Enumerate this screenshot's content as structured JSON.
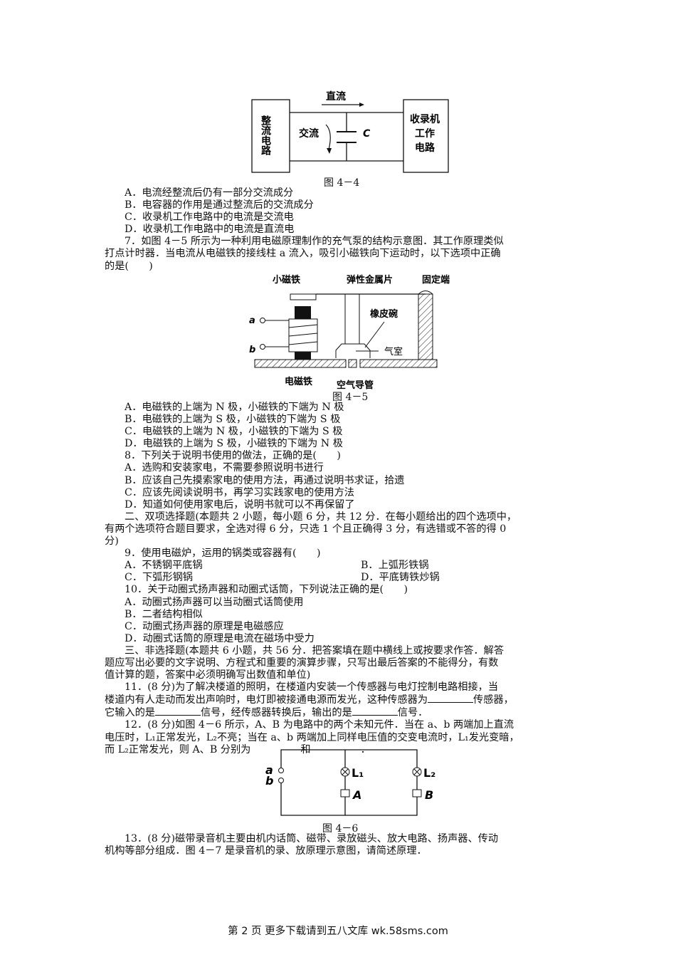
{
  "fig44": {
    "left": "整流电路",
    "dc": "直流",
    "ac": "交流",
    "cap": "C",
    "right_l1": "收录机",
    "right_l2": "工作",
    "right_l3": "电路",
    "caption": "图 4－4"
  },
  "q6": {
    "options": [
      "A．电流经整流后仍有一部分交流成分",
      "B．电容器的作用是通过整流后的交流成分",
      "C．收录机工作电路中的电流是交流电",
      "D．收录机工作电路中的电流是直流电"
    ]
  },
  "q7": {
    "line1": "7．如图 4－5 所示为一种利用电磁原理制作的充气泵的结构示意图．其工作原理类似",
    "line2": "打点计时器．当电流从电磁铁的接线柱 a 流入，吸引小磁铁向下运动时，以下选项中正确",
    "line3": "的是(　　)",
    "options": [
      "A．电磁铁的上端为 N 极，小磁铁的下端为 N 极",
      "B．电磁铁的上端为 S 极，小磁铁的下端为 S 极",
      "C．电磁铁的上端为 N 极，小磁铁的下端为 S 极",
      "D．电磁铁的上端为 S 极，小磁铁的下端为 N 极"
    ]
  },
  "fig45": {
    "small_magnet": "小磁铁",
    "spring": "弹性金属片",
    "fixed": "固定端",
    "cup": "橡皮碗",
    "chamber": "气室",
    "electromagnet": "电磁铁",
    "tube": "空气导管",
    "a": "a",
    "b": "b",
    "caption": "图 4－5"
  },
  "q8": {
    "stem": "8．下列关于说明书使用的做法，正确的是(　　)",
    "options": [
      "A．选购和安装家电，不需要参照说明书进行",
      "B．应该自己先摸索家电的使用方法，再通过说明书求证，拾遗",
      "C．应该先阅读说明书，再学习实践家电的使用方法",
      "D．知道如何使用家电后，说明书就可以不再保留了"
    ]
  },
  "sec2": {
    "line1": "二、双项选择题(本题共 2 小题，每小题 6 分，共 12 分．在每小题给出的四个选项中，",
    "line2": "有两个选项符合题目要求，全选对得 6 分，只选 1 个且正确得 3 分，有选错或不答的得 0",
    "line3": "分)"
  },
  "q9": {
    "stem": "9．使用电磁炉，运用的锅类或容器有(　　)",
    "options": [
      "A．不锈钢平底锅",
      "B．上弧形铁锅",
      "C．下弧形钢锅",
      "D．平底铸铁炒锅"
    ]
  },
  "q10": {
    "stem": "10．关于动圈式扬声器和动圈式话筒，下列说法正确的是(　　)",
    "options": [
      "A．动圈式扬声器可以当动圈式话筒使用",
      "B．二者结构相似",
      "C．动圈式扬声器的原理是电磁感应",
      "D．动圈式话筒的原理是电流在磁场中受力"
    ]
  },
  "sec3": {
    "line1": "三、非选择题(本题共 6 小题，共 56 分．把答案填在题中横线上或按要求作答．解答",
    "line2": "题应写出必要的文字说明、方程式和重要的演算步骤，只写出最后答案的不能得分，有数",
    "line3": "值计算的题，答案中必须明确写出数值和单位)"
  },
  "q11": {
    "line1": "11．(8 分)为了解决楼道的照明，在楼道内安装一个传感器与电灯控制电路相接，当",
    "line2a": "楼道内有人走动而发出声响时，电灯即被接通电源而发光，这种传感器为",
    "line2b": "传感器，",
    "line3a": "它输入的是",
    "line3b": "信号，经传感器转换后，输出的是",
    "line3c": "信号．"
  },
  "q12": {
    "line1": "12．(8 分)如图 4－6 所示，A、B 为电路中的两个未知元件．当在 a、b 两端加上直流",
    "line2": "电压时，L₁正常发光，L₂不亮；当在 a、b 两端加上同样电压值的交变电流时，L₁发光变暗，",
    "line3a": "而 L₂正常发光，则 A、B 分别为",
    "line3b": "和",
    "line3c": "．"
  },
  "fig46": {
    "a": "a",
    "b": "b",
    "L1": "L₁",
    "L2": "L₂",
    "A": "A",
    "B": "B",
    "caption": "图 4－6"
  },
  "q13": {
    "line1": "13．(8 分)磁带录音机主要由机内话筒、磁带、录放磁头、放大电路、扬声器、传动",
    "line2": "机构等部分组成．图 4－7 是录音机的录、放原理示意图，请简述原理．"
  },
  "footer": "第 2 页 更多下载请到五八文库 wk.58sms.com"
}
